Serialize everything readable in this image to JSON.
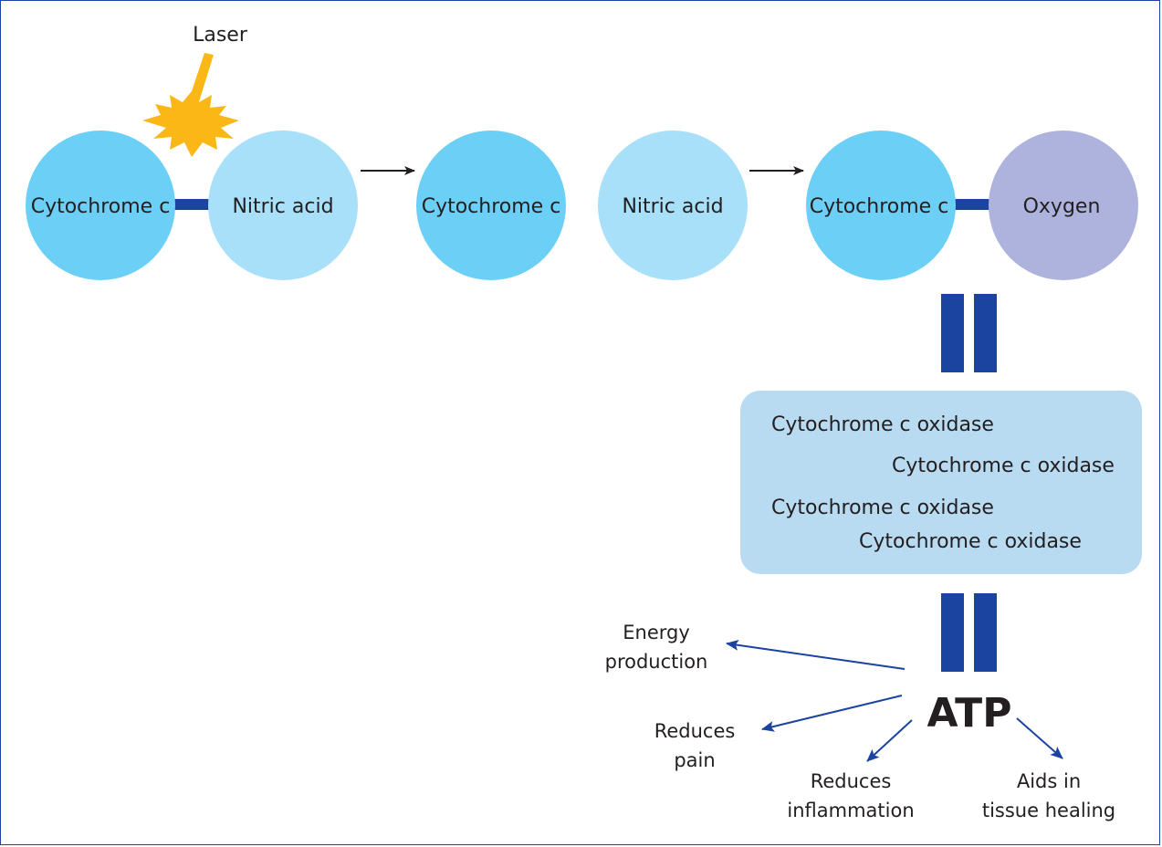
{
  "colors": {
    "cytochrome": "#6bcff6",
    "nitric": "#a8dff9",
    "oxygen": "#adb3dc",
    "bond": "#1a44a0",
    "laser": "#fbb715",
    "box": "#b9dbf2",
    "arrow_blue": "#1a44a0",
    "arrow_black": "#231f20",
    "border": "#1a44a0"
  },
  "laser": {
    "label": "Laser",
    "icon": "starburst-icon"
  },
  "molecules": {
    "m1": "Cytochrome c",
    "m2": "Nitric acid",
    "m3": "Cytochrome c",
    "m4": "Nitric acid",
    "m5": "Cytochrome c",
    "m6": "Oxygen"
  },
  "oxidase_box": {
    "lines": [
      "Cytochrome c oxidase",
      "Cytochrome c oxidase",
      "Cytochrome c oxidase",
      "Cytochrome c oxidase"
    ]
  },
  "atp": {
    "label": "ATP"
  },
  "effects": {
    "energy": [
      "Energy",
      "production"
    ],
    "pain": [
      "Reduces",
      "pain"
    ],
    "inflammation": [
      "Reduces",
      "inflammation"
    ],
    "healing": [
      "Aids in",
      "tissue healing"
    ]
  }
}
